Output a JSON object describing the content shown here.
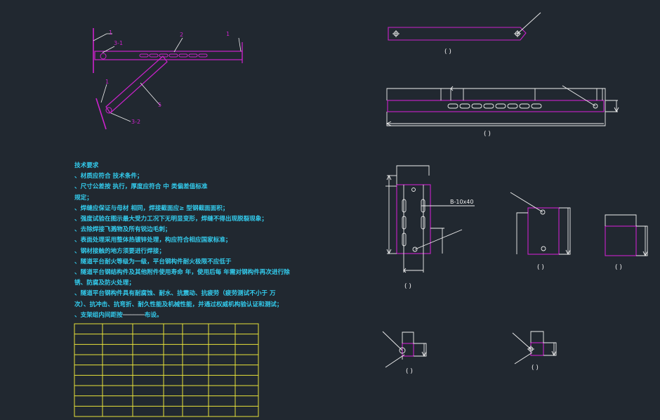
{
  "colors": {
    "background": "#212830",
    "part": "#cc22cc",
    "dimension": "#f0f0f0",
    "label": "#cc22cc",
    "notes_text": "#33ccee",
    "table": "#e8e23a"
  },
  "bracket_assembly": {
    "labels": {
      "wall_mark": "1",
      "end_mark": "1",
      "arm_mark": "2",
      "fix_mark_upper": "3-1",
      "brace_wall_mark": "1",
      "brace_mark": "5",
      "fix_mark_lower": "3-2"
    }
  },
  "views": {
    "view_1_caption": "(   )",
    "view_2_caption": "(   )",
    "view_3_caption": "(   )",
    "view_4_caption": "(   )",
    "view_5_caption": "(   )",
    "view_6_caption": "(   )",
    "view_7_caption": "(   )",
    "slot_callout": "B-10x40"
  },
  "technical_notes": {
    "title": "技术要求",
    "lines": [
      "、材质应符合          技术条件；",
      "、尺寸公差按                  执行，厚度应符合                          中  类偏差值标准",
      "规定；",
      "、焊缝应保证与母材          相同，焊接截面应≥  型钢截面面积；",
      "、强度试验在图示最大受力工况下无明显变形，焊缝不得出现脱裂现象；",
      "、去除焊接飞溅物及所有锐边毛刺；",
      "、表面处理采用整体热镀锌处理，构应符合相应国家标准；",
      "、钢材接触的地方须要进行焊接；",
      "、隧道平台耐火等级为一级，平台钢构件耐火极限不应低于",
      "、隧道平台钢结构件及其他附件使用寿命        年，使用后每    年需对钢构件再次进行除",
      "锈、防腐及防火处理；",
      "    、隧道平台钢构件具有耐腐蚀、耐水、抗震动、抗疲劳（疲劳测试不小于        万",
      "次）、抗冲击、抗弯折、耐久性能及机械性能，并通过权威机构验认证和测试；",
      "    、支架组内间距按"
    ],
    "last_line_suffix": "布设。"
  },
  "table": {
    "rows": 9,
    "columns": 7
  }
}
